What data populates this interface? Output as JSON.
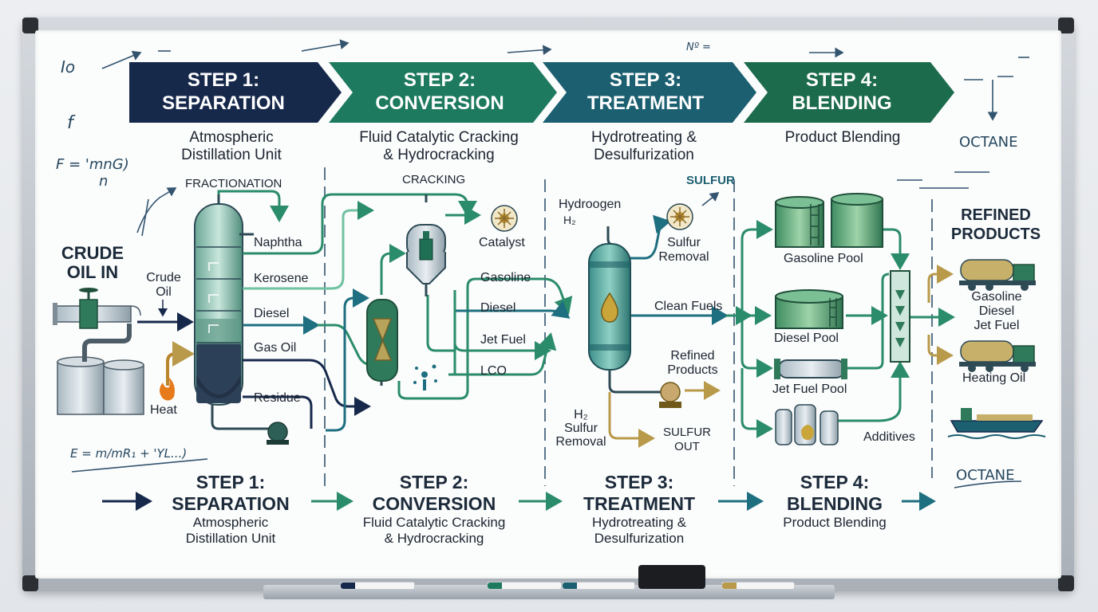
{
  "steps": [
    {
      "title": "STEP 1:",
      "name": "SEPARATION",
      "desc": [
        "Atmospheric",
        "Distillation Unit"
      ],
      "color": "#17294b"
    },
    {
      "title": "STEP 2:",
      "name": "CONVERSION",
      "desc": [
        "Fluid Catalytic Cracking",
        "& Hydrocracking"
      ],
      "color": "#1d7a5e"
    },
    {
      "title": "STEP 3:",
      "name": "TREATMENT",
      "desc": [
        "Hydrotreating &",
        "Desulfurization"
      ],
      "color": "#1b5f70"
    },
    {
      "title": "STEP 4:",
      "name": "BLENDING",
      "desc": [
        "Product Blending"
      ],
      "color": "#1c6b4d"
    }
  ],
  "bottom_steps": [
    {
      "title": "STEP 1:",
      "name": "SEPARATION",
      "desc": [
        "Atmospheric",
        "Distillation Unit"
      ]
    },
    {
      "title": "STEP 2:",
      "name": "CONVERSION",
      "desc": [
        "Fluid Catalytic Cracking",
        "& Hydrocracking"
      ]
    },
    {
      "title": "STEP 3:",
      "name": "TREATMENT",
      "desc": [
        "Hydrotreating &",
        "Desulfurization"
      ]
    },
    {
      "title": "STEP 4:",
      "name": "BLENDING",
      "desc": [
        "Product Blending"
      ]
    }
  ],
  "input": {
    "title": [
      "CRUDE",
      "OIL IN"
    ],
    "crude": [
      "Crude",
      "Oil"
    ],
    "heat": "Heat"
  },
  "separation": {
    "label": "FRACTIONATION",
    "fractions": [
      "Naphtha",
      "Kerosene",
      "Diesel",
      "Gas Oil",
      "Residue"
    ]
  },
  "conversion": {
    "label": "CRACKING",
    "catalyst": "Catalyst",
    "outputs": [
      "Gasoline",
      "Diesel",
      "Jet Fuel",
      "LCO"
    ]
  },
  "treatment": {
    "hydrogen": "Hydroogen",
    "h2": "H₂",
    "sulfur": "SULFUR",
    "sulfur_removal": [
      "Sulfur",
      "Removal"
    ],
    "clean": "Clean Fuels",
    "refined": [
      "Refined",
      "Products"
    ],
    "h2_bottom": [
      "H₂",
      "Sulfur",
      "Removal"
    ],
    "sulfur_out": [
      "SULFUR",
      "OUT"
    ]
  },
  "blending": {
    "pools": [
      "Gasoline Pool",
      "Diesel Pool",
      "Jet Fuel Pool"
    ],
    "additives": "Additives"
  },
  "products": {
    "title": [
      "REFINED",
      "PRODUCTS"
    ],
    "list": [
      "Gasoline",
      "Diesel",
      "Jet Fuel"
    ],
    "heating": "Heating Oil"
  },
  "scribbles": {
    "io": "Io",
    "f": "f",
    "formula1": [
      "F = 'mnG)",
      "n"
    ],
    "formula2": "E = m/mR₁ + 'YL...)",
    "n_eq": "Nº =",
    "octane": "OCTANE"
  },
  "colors": {
    "navy": "#17294b",
    "green": "#1d7a5e",
    "teal": "#1b5f70",
    "gold": "#b89a4a"
  }
}
